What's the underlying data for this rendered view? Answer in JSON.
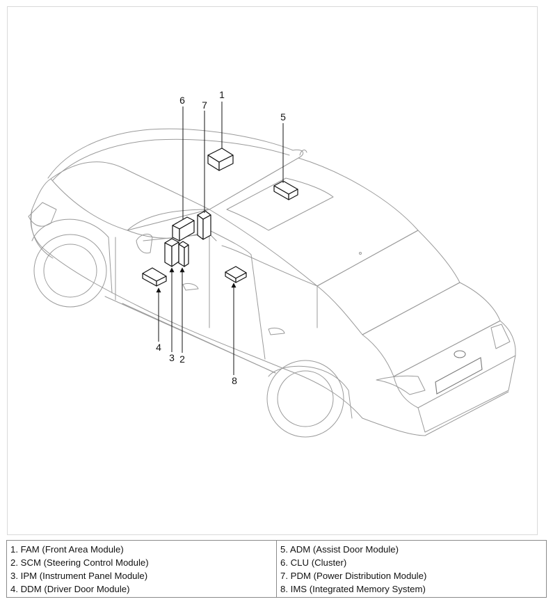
{
  "diagram": {
    "callouts": [
      {
        "id": "1",
        "label": "1"
      },
      {
        "id": "2",
        "label": "2"
      },
      {
        "id": "3",
        "label": "3"
      },
      {
        "id": "4",
        "label": "4"
      },
      {
        "id": "5",
        "label": "5"
      },
      {
        "id": "6",
        "label": "6"
      },
      {
        "id": "7",
        "label": "7"
      },
      {
        "id": "8",
        "label": "8"
      }
    ]
  },
  "legend": {
    "left": [
      "1. FAM (Front Area Module)",
      "2. SCM (Steering Control Module)",
      "3. IPM (Instrument Panel Module)",
      "4. DDM (Driver Door Module)"
    ],
    "right": [
      "5. ADM (Assist Door Module)",
      "6. CLU (Cluster)",
      "7. PDM (Power Distribution Module)",
      "8. IMS (Integrated Memory System)"
    ]
  }
}
